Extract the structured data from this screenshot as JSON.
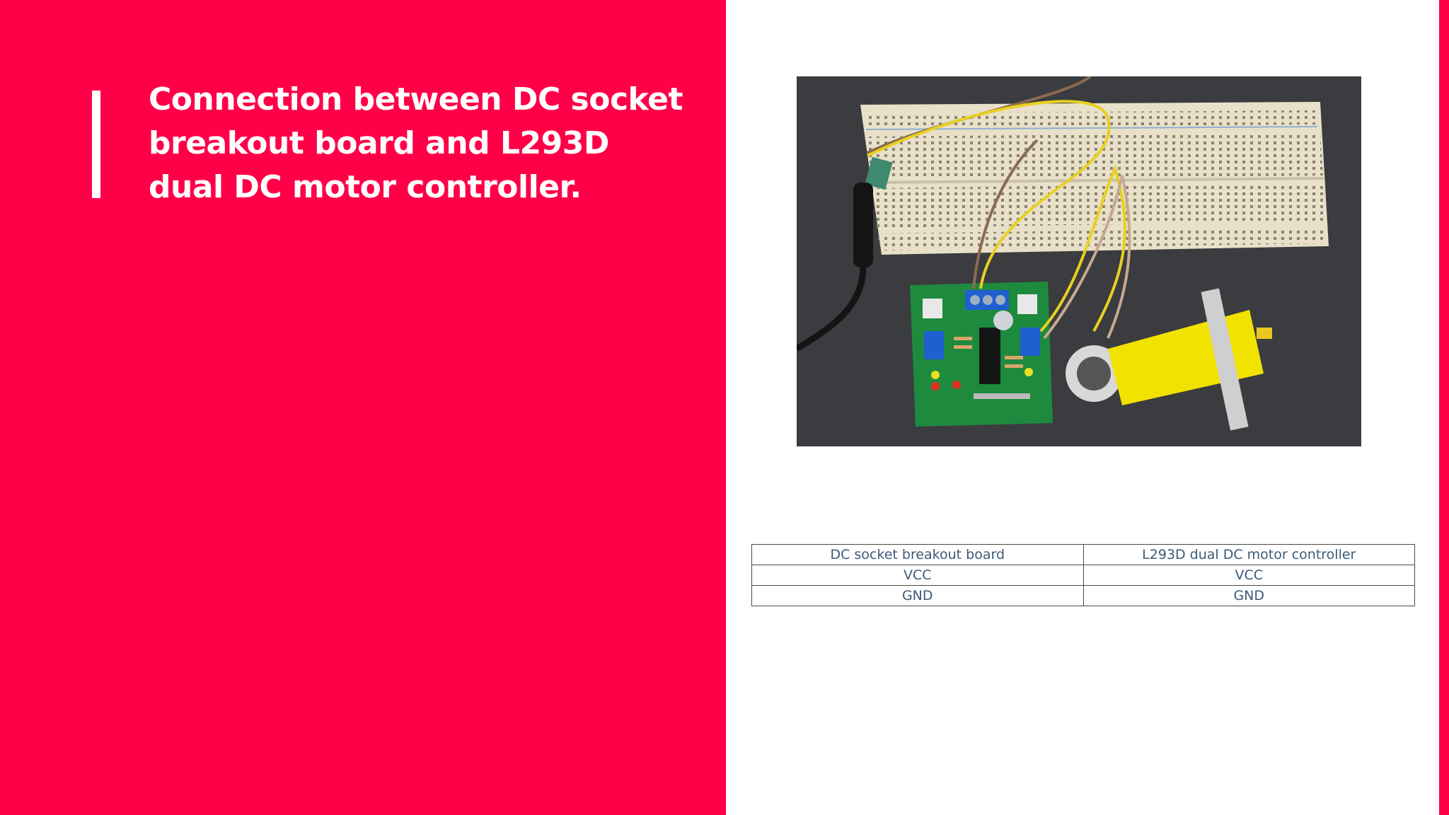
{
  "slide": {
    "title_lines": [
      "Connection between DC socket",
      "breakout board and L293D",
      "dual DC motor controller."
    ],
    "accent_color": "#ff0048"
  },
  "photo": {
    "subject": "breadboard-with-dc-socket-l293d-board-and-gear-motor"
  },
  "table": {
    "headers": [
      "DC socket breakout board",
      "L293D dual DC motor controller"
    ],
    "rows": [
      [
        "VCC",
        "VCC"
      ],
      [
        "GND",
        "GND"
      ]
    ]
  }
}
